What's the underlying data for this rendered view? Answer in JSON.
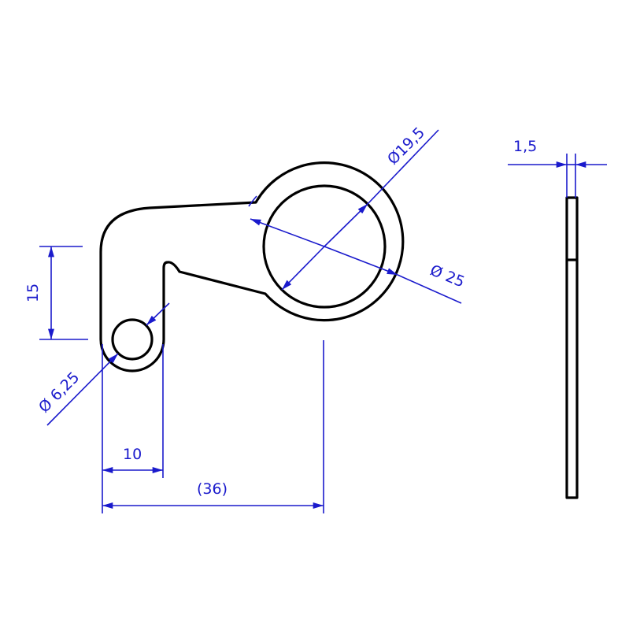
{
  "drawing": {
    "colors": {
      "outline": "#000000",
      "dimension": "#1a1acc"
    },
    "dimensions": {
      "large_hole_diameter": "Ø19,5",
      "outer_ring_diameter": "Ø 25",
      "small_hole_diameter": "Ø 6,25",
      "vertical_offset": "15",
      "small_hole_offset": "10",
      "overall_length": "(36)",
      "thickness": "1,5"
    }
  }
}
